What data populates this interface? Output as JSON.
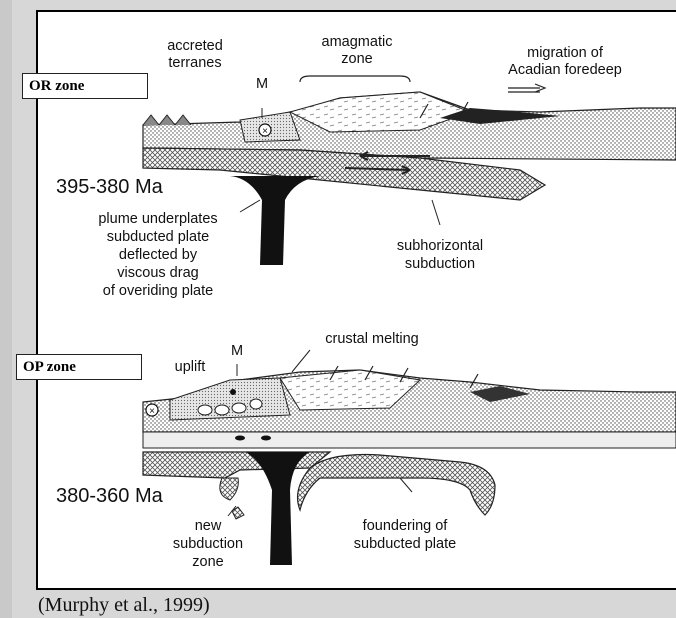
{
  "top_panel": {
    "zone_label": "OR zone",
    "age": "395-380 Ma",
    "labels": {
      "accreted_1": "accreted",
      "accreted_2": "terranes",
      "m": "M",
      "amagmatic_1": "amagmatic",
      "amagmatic_2": "zone",
      "migration_1": "migration of",
      "migration_2": "Acadian foredeep",
      "plume_1": "plume underplates",
      "plume_2": "subducted plate",
      "plume_3": "deflected by",
      "plume_4": "viscous drag",
      "plume_5": "of overiding plate",
      "subhoriz_1": "subhorizontal",
      "subhoriz_2": "subduction"
    }
  },
  "bottom_panel": {
    "zone_label": "OP zone",
    "age": "380-360 Ma",
    "labels": {
      "uplift": "uplift",
      "m": "M",
      "crustal": "crustal melting",
      "new_1": "new",
      "new_2": "subduction",
      "new_3": "zone",
      "founder_1": "foundering of",
      "founder_2": "subducted plate"
    }
  },
  "caption": "(Murphy et al., 1999)"
}
